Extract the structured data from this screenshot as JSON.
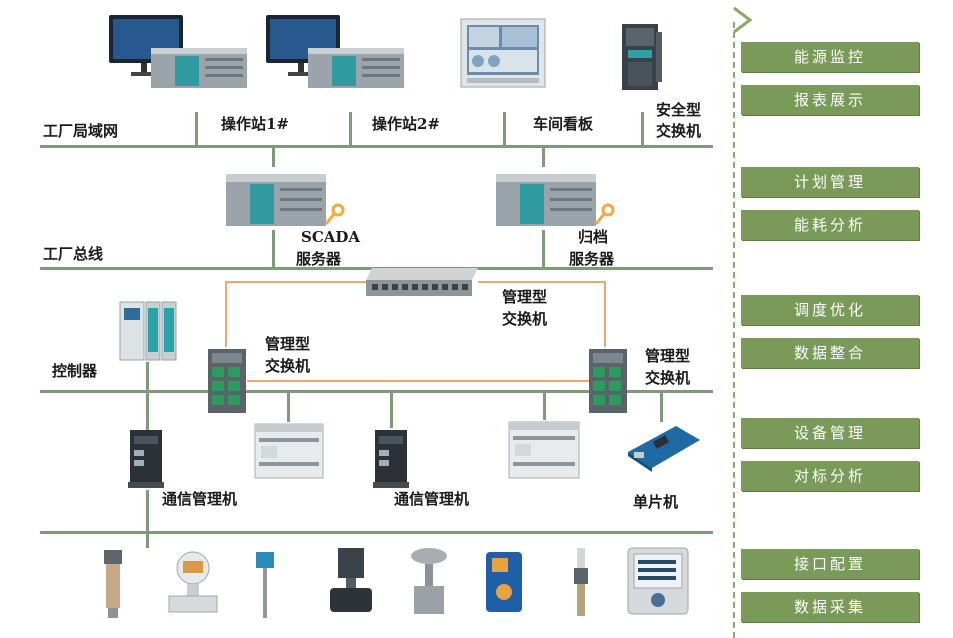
{
  "buses": {
    "lan": "工厂局域网",
    "fieldbus": "工厂总线"
  },
  "nodes": {
    "op1": "操作站1#",
    "op2": "操作站2#",
    "workshop_board": "车间看板",
    "safety_switch": [
      "安全型",
      "交换机"
    ],
    "scada": [
      "SCADA",
      "服务器"
    ],
    "archive": [
      "归档",
      "服务器"
    ],
    "managed_switch_center": [
      "管理型",
      "交换机"
    ],
    "managed_switch_left": [
      "管理型",
      "交换机"
    ],
    "managed_switch_right": [
      "管理型",
      "交换机"
    ],
    "controller": "控制器",
    "comm_manager_1": "通信管理机",
    "comm_manager_2": "通信管理机",
    "mcu": "单片机"
  },
  "sidebar": {
    "buttons": [
      "能源监控",
      "报表展示",
      "计划管理",
      "能耗分析",
      "调度优化",
      "数据整合",
      "设备管理",
      "对标分析",
      "接口配置",
      "数据采集"
    ]
  },
  "colors": {
    "bus_line": "#7f9a78",
    "ring_line": "#f0a56b",
    "button_bg": "#7a9a59",
    "button_text": "#ffffff"
  }
}
